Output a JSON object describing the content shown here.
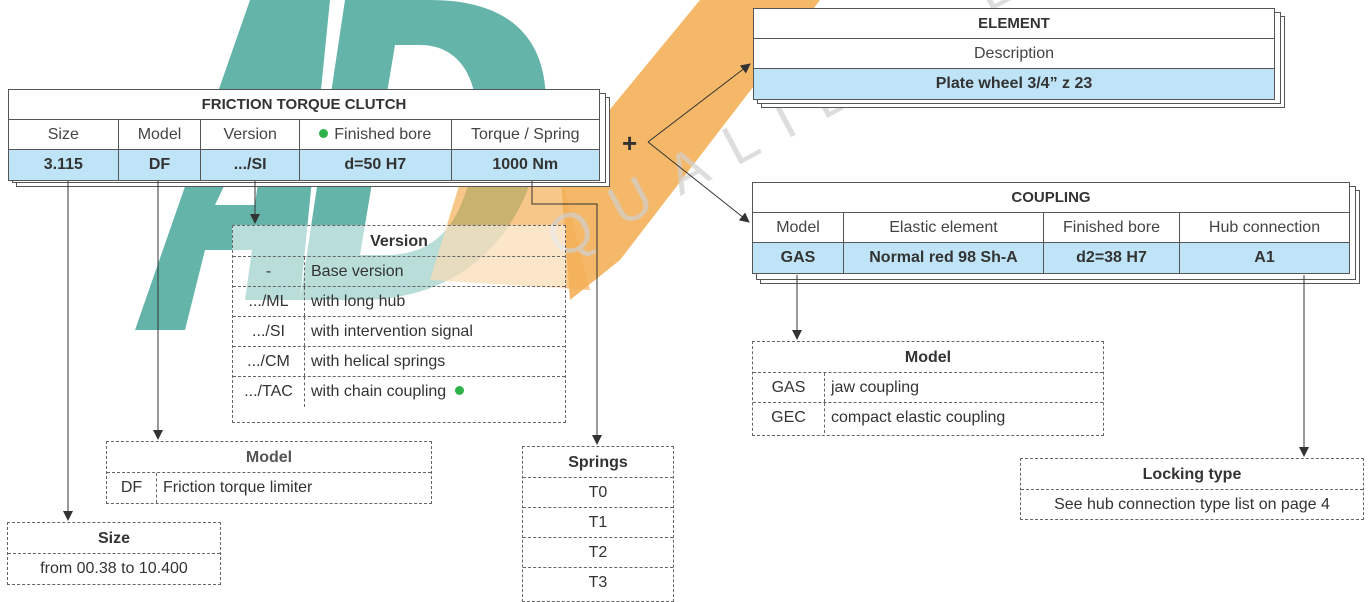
{
  "watermark": {
    "letters": "ADI",
    "tagline": "QUALIDADE"
  },
  "clutch": {
    "title": "FRICTION TORQUE CLUTCH",
    "headers": [
      "Size",
      "Model",
      "Version",
      "Finished bore",
      "Torque / Spring"
    ],
    "values": [
      "3.115",
      "DF",
      ".../SI",
      "d=50 H7",
      "1000 Nm"
    ]
  },
  "plus_sign": "+",
  "element": {
    "title": "ELEMENT",
    "header": "Description",
    "value": "Plate wheel 3/4” z 23"
  },
  "coupling": {
    "title": "COUPLING",
    "headers": [
      "Model",
      "Elastic element",
      "Finished bore",
      "Hub connection"
    ],
    "values": [
      "GAS",
      "Normal red 98 Sh-A",
      "d2=38 H7",
      "A1"
    ]
  },
  "version_table": {
    "title": "Version",
    "rows": [
      {
        "code": "-",
        "desc": "Base version"
      },
      {
        "code": ".../ML",
        "desc": "with long hub"
      },
      {
        "code": ".../SI",
        "desc": "with intervention signal"
      },
      {
        "code": ".../CM",
        "desc": "with helical springs"
      },
      {
        "code": ".../TAC",
        "desc": "with chain coupling"
      }
    ]
  },
  "clutch_model_table": {
    "title": "Model",
    "rows": [
      {
        "code": "DF",
        "desc": "Friction torque limiter"
      }
    ]
  },
  "size_table": {
    "title": "Size",
    "rows": [
      "from 00.38 to 10.400"
    ]
  },
  "springs_table": {
    "title": "Springs",
    "rows": [
      "T0",
      "T1",
      "T2",
      "T3"
    ]
  },
  "coupling_model_table": {
    "title": "Model",
    "rows": [
      {
        "code": "GAS",
        "desc": "jaw coupling"
      },
      {
        "code": "GEC",
        "desc": "compact elastic coupling"
      }
    ]
  },
  "locking_table": {
    "title": "Locking type",
    "rows": [
      "See hub connection type list on page 4"
    ]
  },
  "colors": {
    "value_row": "#bfe4f7",
    "dot": "#2db34a",
    "wm_teal": "#4aa79b",
    "wm_orange": "#f2a33a"
  }
}
